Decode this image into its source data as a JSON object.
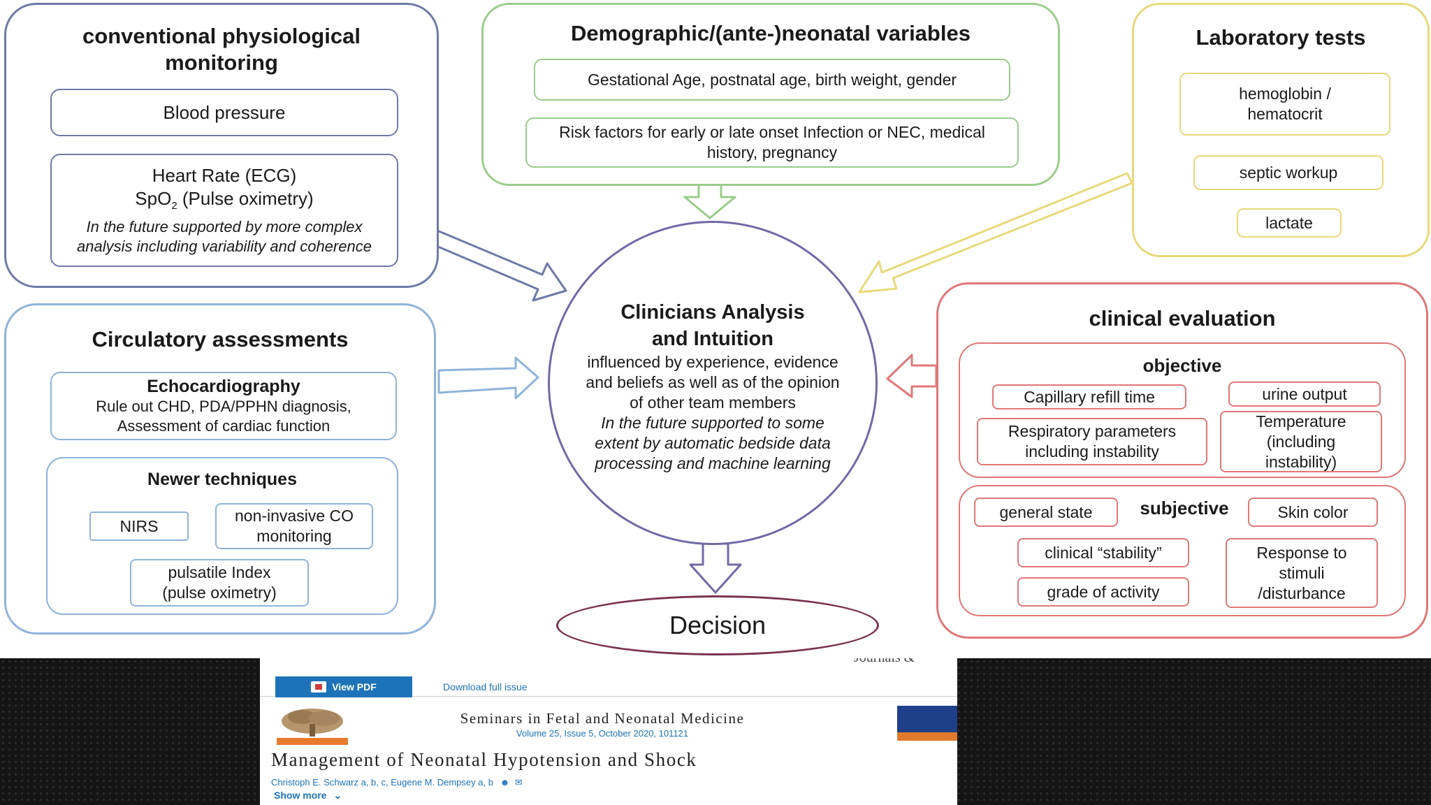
{
  "colors": {
    "physiological": "#6f7aa6",
    "circulatory": "#8fb3d9",
    "demographic": "#9acd8a",
    "laboratory": "#e8d97a",
    "clinical": "#e07777",
    "center": "#6f6aa6"
  },
  "physiological": {
    "title": "conventional physiological monitoring",
    "blood_pressure": "Blood pressure",
    "hr_line": "Heart Rate (ECG)",
    "spo2_prefix": "SpO",
    "spo2_sub": "2",
    "spo2_suffix": " (Pulse oximetry)",
    "future": "In the future supported by more complex analysis including variability and coherence"
  },
  "demographic": {
    "title": "Demographic/(ante-)neonatal variables",
    "item1": "Gestational Age, postnatal age, birth weight, gender",
    "item2": "Risk factors for early or late onset Infection or  NEC, medical history, pregnancy"
  },
  "laboratory": {
    "title": "Laboratory  tests",
    "items": [
      "hemoglobin / hematocrit",
      "septic workup",
      "lactate"
    ]
  },
  "circulatory": {
    "title": "Circulatory assessments",
    "echo_title": "Echocardiography",
    "echo_body": "Rule out CHD, PDA/PPHN diagnosis, Assessment of cardiac function",
    "newer_title": "Newer techniques",
    "nirs": "NIRS",
    "co": "non-invasive CO monitoring",
    "pulsatile": "pulsatile Index (pulse oximetry)"
  },
  "center": {
    "title": "Clinicians Analysis and Intuition",
    "body": "influenced by experience, evidence and beliefs as well as of the opinion of other team members",
    "future": "In the future supported to some extent by automatic bedside data processing and machine learning"
  },
  "decision": "Decision",
  "clinical": {
    "title": "clinical evaluation",
    "objective_title": "objective",
    "objective": {
      "capillary": "Capillary refill time",
      "urine": "urine output",
      "respiratory": "Respiratory parameters including instability",
      "temperature": "Temperature (including instability)"
    },
    "subjective_title": "subjective",
    "subjective": {
      "general": "general state",
      "skin": "Skin color",
      "stability": "clinical “stability”",
      "activity": "grade of activity",
      "response": "Response to stimuli /disturbance"
    }
  },
  "article": {
    "view_pdf": "View PDF",
    "download": "Download full issue",
    "journal": "Seminars in Fetal and Neonatal Medicine",
    "volume": "Volume 25, Issue 5, October 2020, 101121",
    "title": "Management of Neonatal Hypotension and Shock",
    "authors": "Christoph E. Schwarz a, b, c, Eugene M. Dempsey a, b",
    "show_more": "Show more",
    "cut_text": "Journals &"
  }
}
